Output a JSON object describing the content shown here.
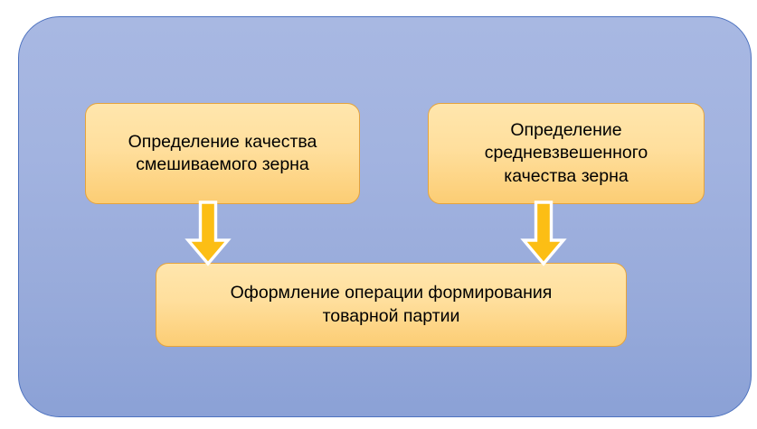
{
  "diagram": {
    "title": "",
    "panel": {
      "name": "process-panel",
      "fill_top": "#a8b8e2",
      "fill_bottom": "#8ba1d6",
      "border_color": "#4d72bf"
    },
    "box_style": {
      "fill_top": "#ffe6ad",
      "fill_bottom": "#fccd74",
      "border_color": "#e5a33c",
      "text_color": "#000000"
    },
    "arrow_style": {
      "fill": "#fcbe14",
      "outline": "#ffffff",
      "direction": "down"
    },
    "nodes": [
      {
        "id": "quality-mixed-grain",
        "label": "Определение качества\nсмешиваемого зерна",
        "row": "top",
        "column": "left"
      },
      {
        "id": "weighted-average-quality",
        "label": "Определение\nсредневзвешенного\nкачества зерна",
        "row": "top",
        "column": "right"
      },
      {
        "id": "batch-formation",
        "label": "Оформление операции формирования\nтоварной партии",
        "row": "bottom",
        "column": "center"
      }
    ],
    "edges": [
      {
        "id": "edge-left",
        "from": "quality-mixed-grain",
        "to": "batch-formation",
        "icon": "arrow-down-icon"
      },
      {
        "id": "edge-right",
        "from": "weighted-average-quality",
        "to": "batch-formation",
        "icon": "arrow-down-icon"
      }
    ]
  }
}
